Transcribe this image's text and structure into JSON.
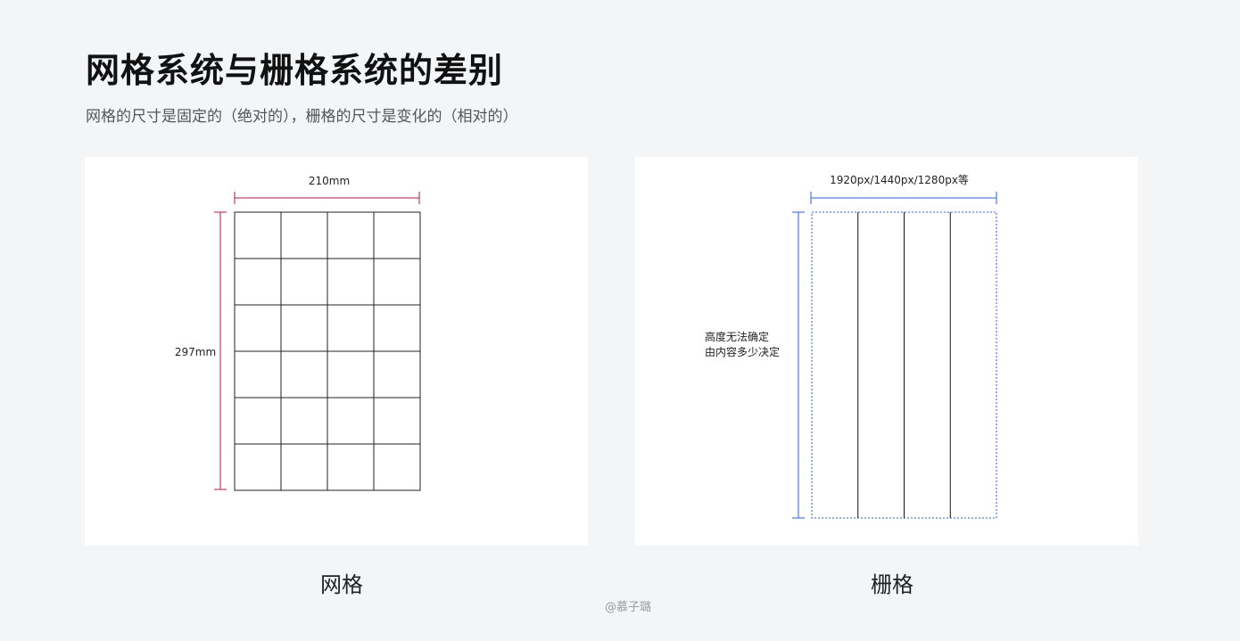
{
  "title": "网格系统与栅格系统的差别",
  "subtitle": "网格的尺寸是固定的（绝对的），栅格的尺寸是变化的（相对的）",
  "grid_panel": {
    "width_label": "210mm",
    "height_label": "297mm",
    "rows": 6,
    "cols": 4,
    "accent_color": "#b0184a",
    "caption": "网格"
  },
  "column_panel": {
    "width_label": "1920px/1440px/1280px等",
    "height_note_line1": "高度无法确定",
    "height_note_line2": "由内容多少决定",
    "columns": 4,
    "accent_color": "#2f5fd0",
    "caption": "栅格"
  },
  "watermark": "@慕子璐"
}
